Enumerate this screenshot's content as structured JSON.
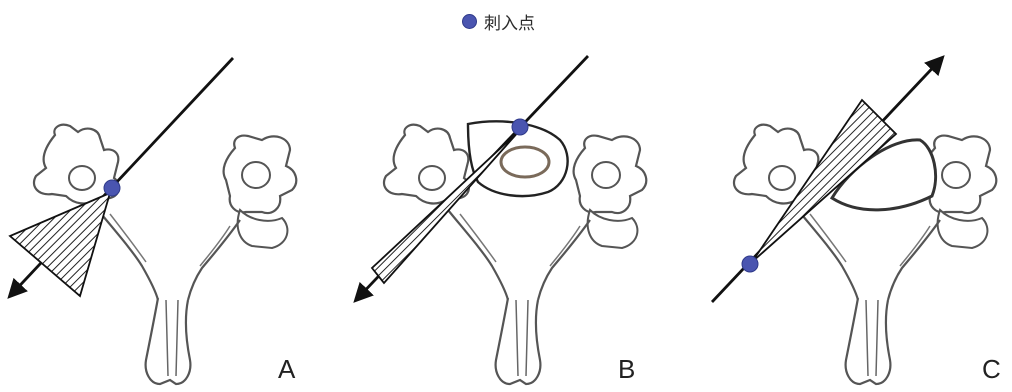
{
  "legend": {
    "marker_color": "#4a55b0",
    "label": "刺入点"
  },
  "panels": [
    {
      "id": "A",
      "label": "A"
    },
    {
      "id": "B",
      "label": "B"
    },
    {
      "id": "C",
      "label": "C"
    }
  ]
}
